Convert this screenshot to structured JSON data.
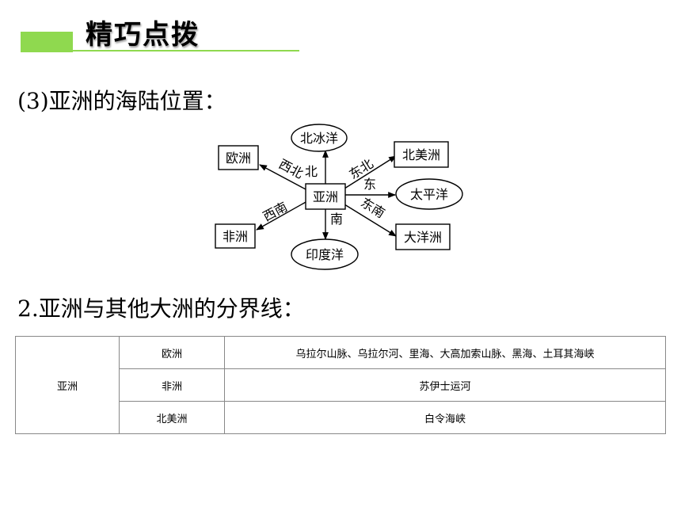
{
  "header": {
    "title": "精巧点拨"
  },
  "section1": {
    "title": "(3)亚洲的海陆位置："
  },
  "diagram": {
    "center": "亚洲",
    "north": {
      "direction": "北",
      "target": "北冰洋"
    },
    "northwest": {
      "direction": "西北",
      "target": "欧洲"
    },
    "northeast": {
      "direction": "东北",
      "target": "北美洲"
    },
    "east": {
      "direction": "东",
      "target": "太平洋"
    },
    "southwest": {
      "direction": "西南",
      "target": "非洲"
    },
    "south": {
      "direction": "南",
      "target": "印度洋"
    },
    "southeast": {
      "direction": "东南",
      "target": "大洋洲"
    }
  },
  "section2": {
    "title": "2.亚洲与其他大洲的分界线："
  },
  "table": {
    "group": "亚洲",
    "rows": [
      {
        "continent": "欧洲",
        "boundary": "乌拉尔山脉、乌拉尔河、里海、大高加索山脉、黑海、土耳其海峡"
      },
      {
        "continent": "非洲",
        "boundary": "苏伊士运河"
      },
      {
        "continent": "北美洲",
        "boundary": "白令海峡"
      }
    ]
  }
}
